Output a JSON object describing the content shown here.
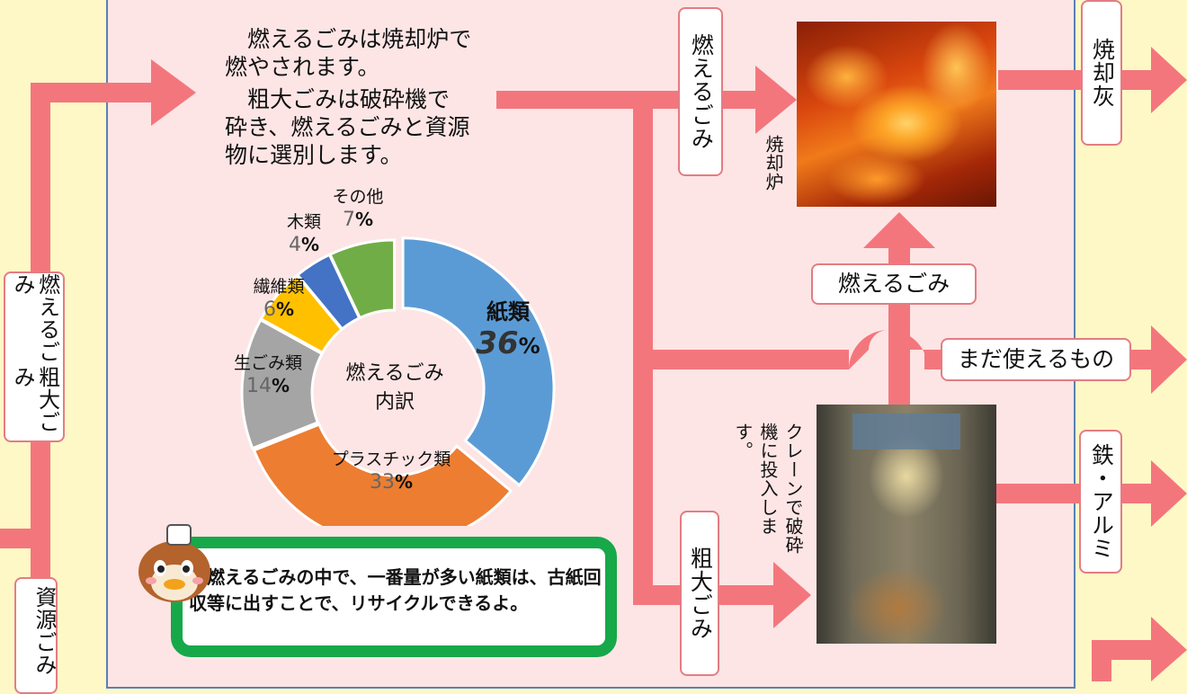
{
  "labels": {
    "left_burnable": "燃えるごみ",
    "left_bulky": "粗大ごみ",
    "left_resource": "資源ごみ",
    "top_burnable": "燃えるごみ",
    "incinerator": "焼却炉",
    "ash": "焼却灰",
    "mid_burnable": "燃えるごみ",
    "reusable": "まだ使えるもの",
    "metal": "鉄・アルミ",
    "bulky": "粗大ごみ",
    "crane_caption": "クレーンで破砕機に投入します。"
  },
  "intro": {
    "p1": "　燃えるごみは焼却炉で\n燃やされます。",
    "p2": "　粗大ごみは破砕機で\n砕き、燃えるごみと資源\n物に選別します。"
  },
  "chart_data": {
    "type": "pie",
    "center_label": "燃えるごみ\n内訳",
    "categories": [
      "紙類",
      "プラスチック類",
      "生ごみ類",
      "繊維類",
      "木類",
      "その他"
    ],
    "values": [
      36,
      33,
      14,
      6,
      4,
      7
    ],
    "unit": "%",
    "colors": [
      "#5b9bd5",
      "#ed7d31",
      "#a5a5a5",
      "#ffc000",
      "#4472c4",
      "#70ad47"
    ]
  },
  "speech": {
    "text": "　燃えるごみの中で、一番量が多い紙類は、古紙回収等に出すことで、リサイクルできるよ。"
  },
  "colors": {
    "arrow": "#f4767d",
    "panel": "#fde5e5",
    "background": "#fdf8c6",
    "speech_border": "#17a84a"
  }
}
